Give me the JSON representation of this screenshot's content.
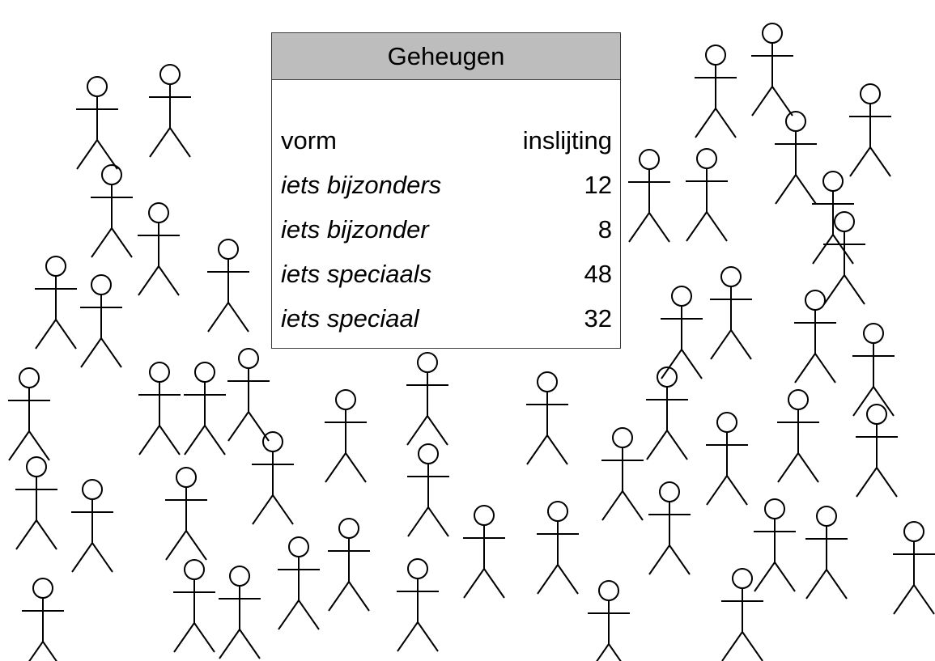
{
  "memory": {
    "title": "Geheugen",
    "columns": [
      "vorm",
      "inslijting"
    ],
    "rows": [
      {
        "form": "iets bijzonders",
        "count": "12"
      },
      {
        "form": "iets bijzonder",
        "count": "8"
      },
      {
        "form": "iets speciaals",
        "count": "48"
      },
      {
        "form": "iets speciaal",
        "count": "32"
      }
    ]
  },
  "colors": {
    "header_fill": "#bdbdbd",
    "line": "#000000"
  }
}
